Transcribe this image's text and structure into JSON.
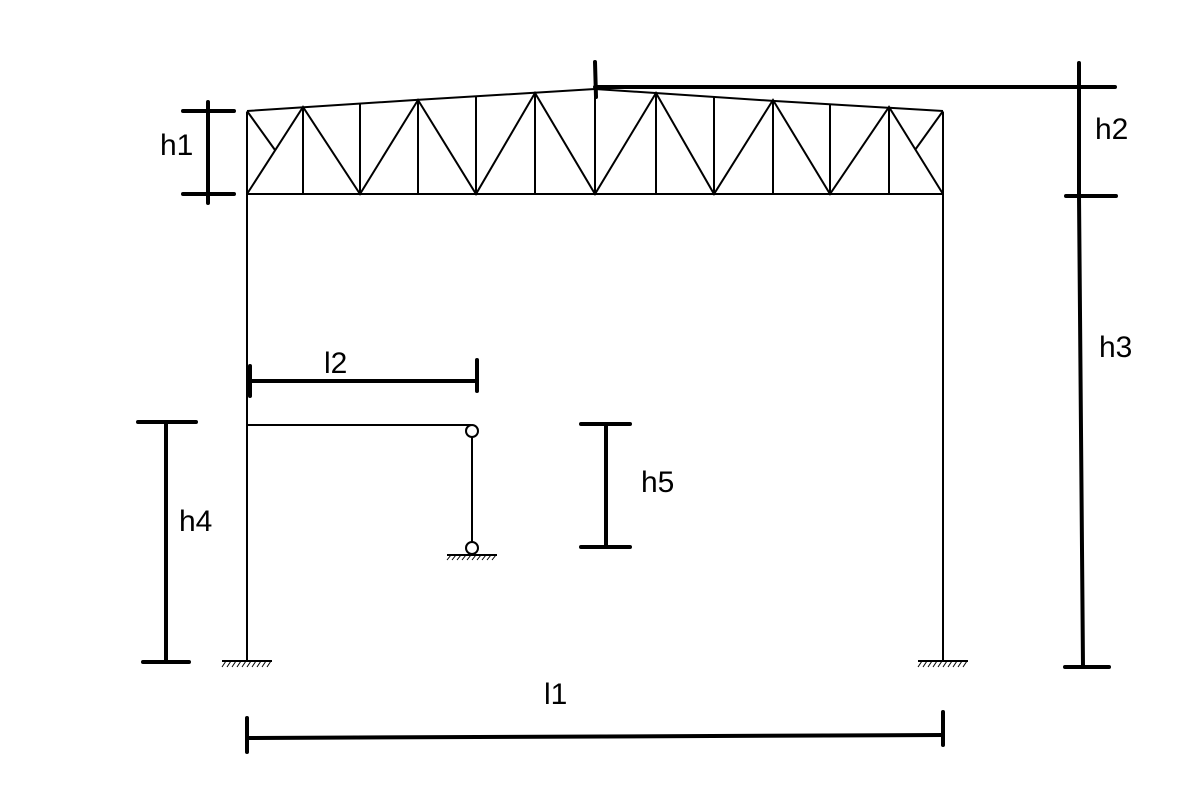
{
  "diagram": {
    "labels": {
      "h1": "h1",
      "h2": "h2",
      "h3": "h3",
      "h4": "h4",
      "h5": "h5",
      "l1": "l1",
      "l2": "l2"
    },
    "colors": {
      "line": "#000000",
      "background": "#ffffff"
    }
  }
}
